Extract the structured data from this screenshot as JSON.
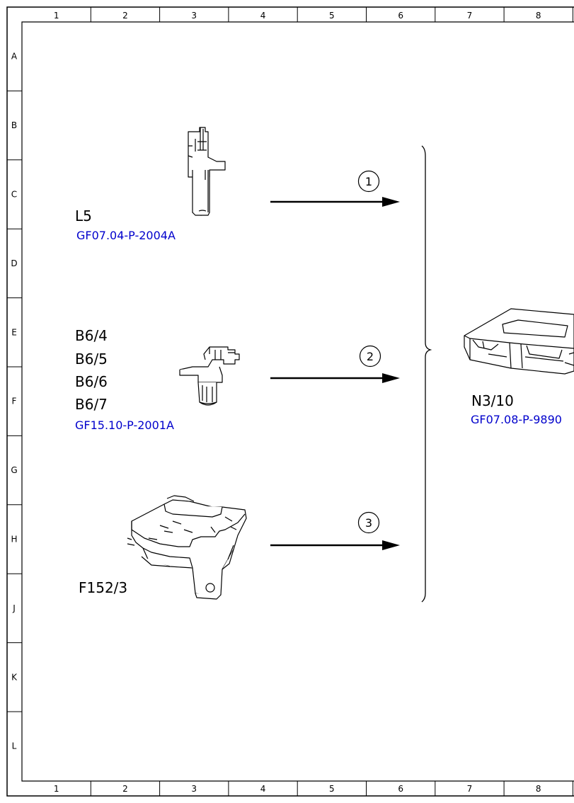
{
  "colors": {
    "ink": "#000000",
    "reference_link": "#0000cc"
  },
  "grid": {
    "columns": [
      "1",
      "2",
      "3",
      "4",
      "5",
      "6",
      "7",
      "8"
    ],
    "rows": [
      "A",
      "B",
      "C",
      "D",
      "E",
      "F",
      "G",
      "H",
      "J",
      "K",
      "L"
    ]
  },
  "components": {
    "l5": {
      "label": "L5",
      "reference": "GF07.04-P-2004A",
      "icon": "speed-sensor-icon"
    },
    "b6": {
      "labels": [
        "B6/4",
        "B6/5",
        "B6/6",
        "B6/7"
      ],
      "reference": "GF15.10-P-2001A",
      "icon": "camshaft-sensor-icon"
    },
    "f152": {
      "label": "F152/3",
      "icon": "fuse-relay-module-icon"
    },
    "n310": {
      "label": "N3/10",
      "reference": "GF07.08-P-9890",
      "icon": "control-unit-icon"
    }
  },
  "signals": [
    {
      "number": "1"
    },
    {
      "number": "2"
    },
    {
      "number": "3"
    }
  ]
}
